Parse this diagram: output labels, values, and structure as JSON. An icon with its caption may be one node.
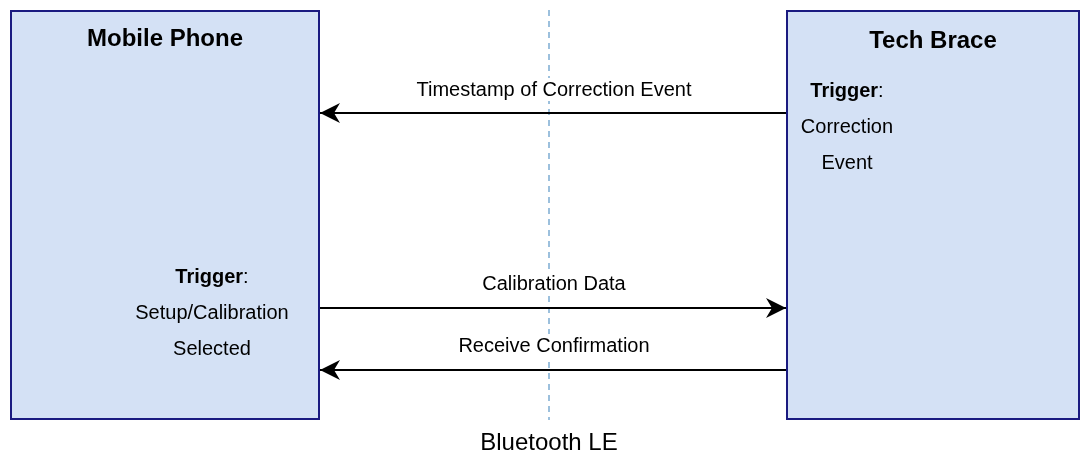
{
  "diagram": {
    "nodes": [
      {
        "text": [
          "Mobile Phone",
          "**Trigger**: Setup/Calibration Selected"
        ]
      },
      {
        "text": [
          "Tech Brace",
          "**Trigger**: Correction Event"
        ]
      }
    ],
    "edges": [
      {
        "from": 1,
        "to": 0,
        "arrow": "to",
        "label": "Timestamp of Correction Event"
      },
      {
        "from": 0,
        "to": 1,
        "arrow": "to",
        "label": "Calibration Data"
      },
      {
        "from": 1,
        "to": 0,
        "arrow": "to",
        "label": "Receive Confirmation"
      }
    ],
    "labels": [
      "Bluetooth LE"
    ]
  }
}
